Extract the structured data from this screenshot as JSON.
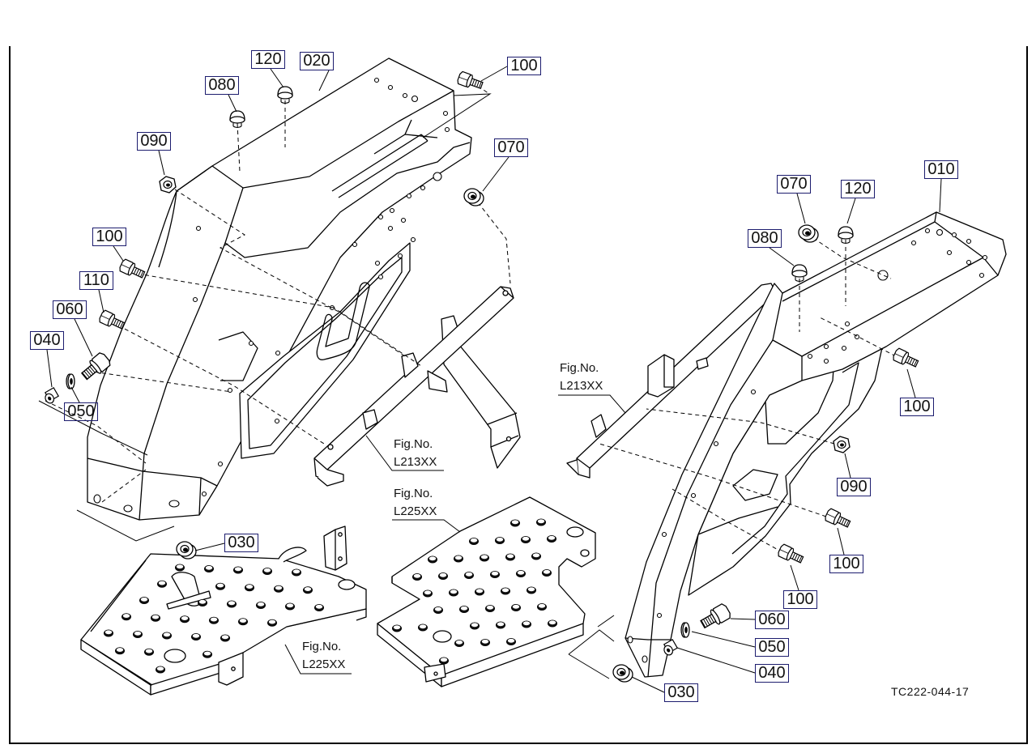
{
  "callouts": [
    "120",
    "020",
    "100",
    "080",
    "090",
    "070",
    "100",
    "110",
    "060",
    "040",
    "050",
    "030",
    "010",
    "070",
    "120",
    "080",
    "100",
    "090",
    "100",
    "100",
    "060",
    "050",
    "040",
    "030"
  ],
  "figure_refs": [
    {
      "label": "Fig.No.",
      "code": "L213XX"
    },
    {
      "label": "Fig.No.",
      "code": "L225XX"
    },
    {
      "label": "Fig.No.",
      "code": "L213XX"
    },
    {
      "label": "Fig.No.",
      "code": "L225XX"
    }
  ],
  "drawing_id": "TC222-044-17",
  "colors": {
    "callout_border": "#1c1c6e",
    "line": "#000000",
    "background": "#ffffff"
  }
}
